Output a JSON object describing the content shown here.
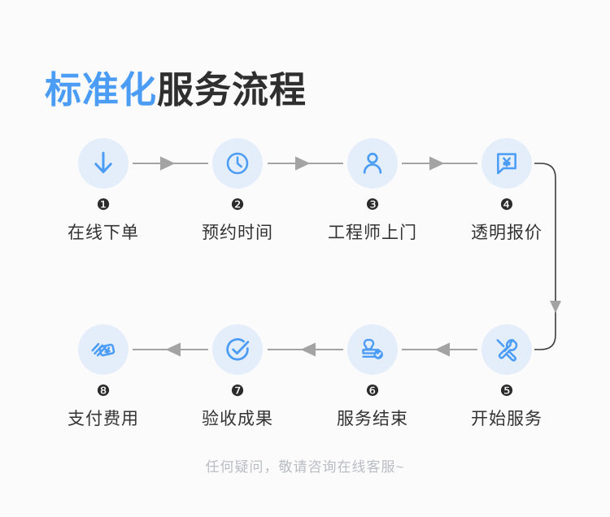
{
  "title": {
    "accent_text": "标准化",
    "plain_text": "服务流程",
    "accent_color": "#4a9cf5",
    "plain_color": "#2f2f2f"
  },
  "theme": {
    "background": "#fbfbfc",
    "circle_fill": "#e4edfa",
    "icon_blue": "#4a9cf5",
    "connector_gray": "#a3a3a3",
    "badge_dark": "#2b2b2b",
    "label_color": "#333333",
    "footer_color": "#b9bcc2"
  },
  "flow": {
    "row1_direction": "left-to-right",
    "row2_direction": "right-to-left",
    "steps": [
      {
        "number": "1",
        "badge": "❶",
        "label": "在线下单",
        "icon": "download-arrow-icon"
      },
      {
        "number": "2",
        "badge": "❷",
        "label": "预约时间",
        "icon": "clock-icon"
      },
      {
        "number": "3",
        "badge": "❸",
        "label": "工程师上门",
        "icon": "person-icon"
      },
      {
        "number": "4",
        "badge": "❹",
        "label": "透明报价",
        "icon": "price-quote-bubble-icon"
      },
      {
        "number": "5",
        "badge": "❺",
        "label": "开始服务",
        "icon": "tools-icon"
      },
      {
        "number": "6",
        "badge": "❻",
        "label": "服务结束",
        "icon": "stamp-check-icon"
      },
      {
        "number": "7",
        "badge": "❼",
        "label": "验收成果",
        "icon": "check-circle-icon"
      },
      {
        "number": "8",
        "badge": "❽",
        "label": "支付费用",
        "icon": "payment-cards-icon"
      }
    ]
  },
  "footer": {
    "note": "任何疑问，敬请咨询在线客服~"
  }
}
